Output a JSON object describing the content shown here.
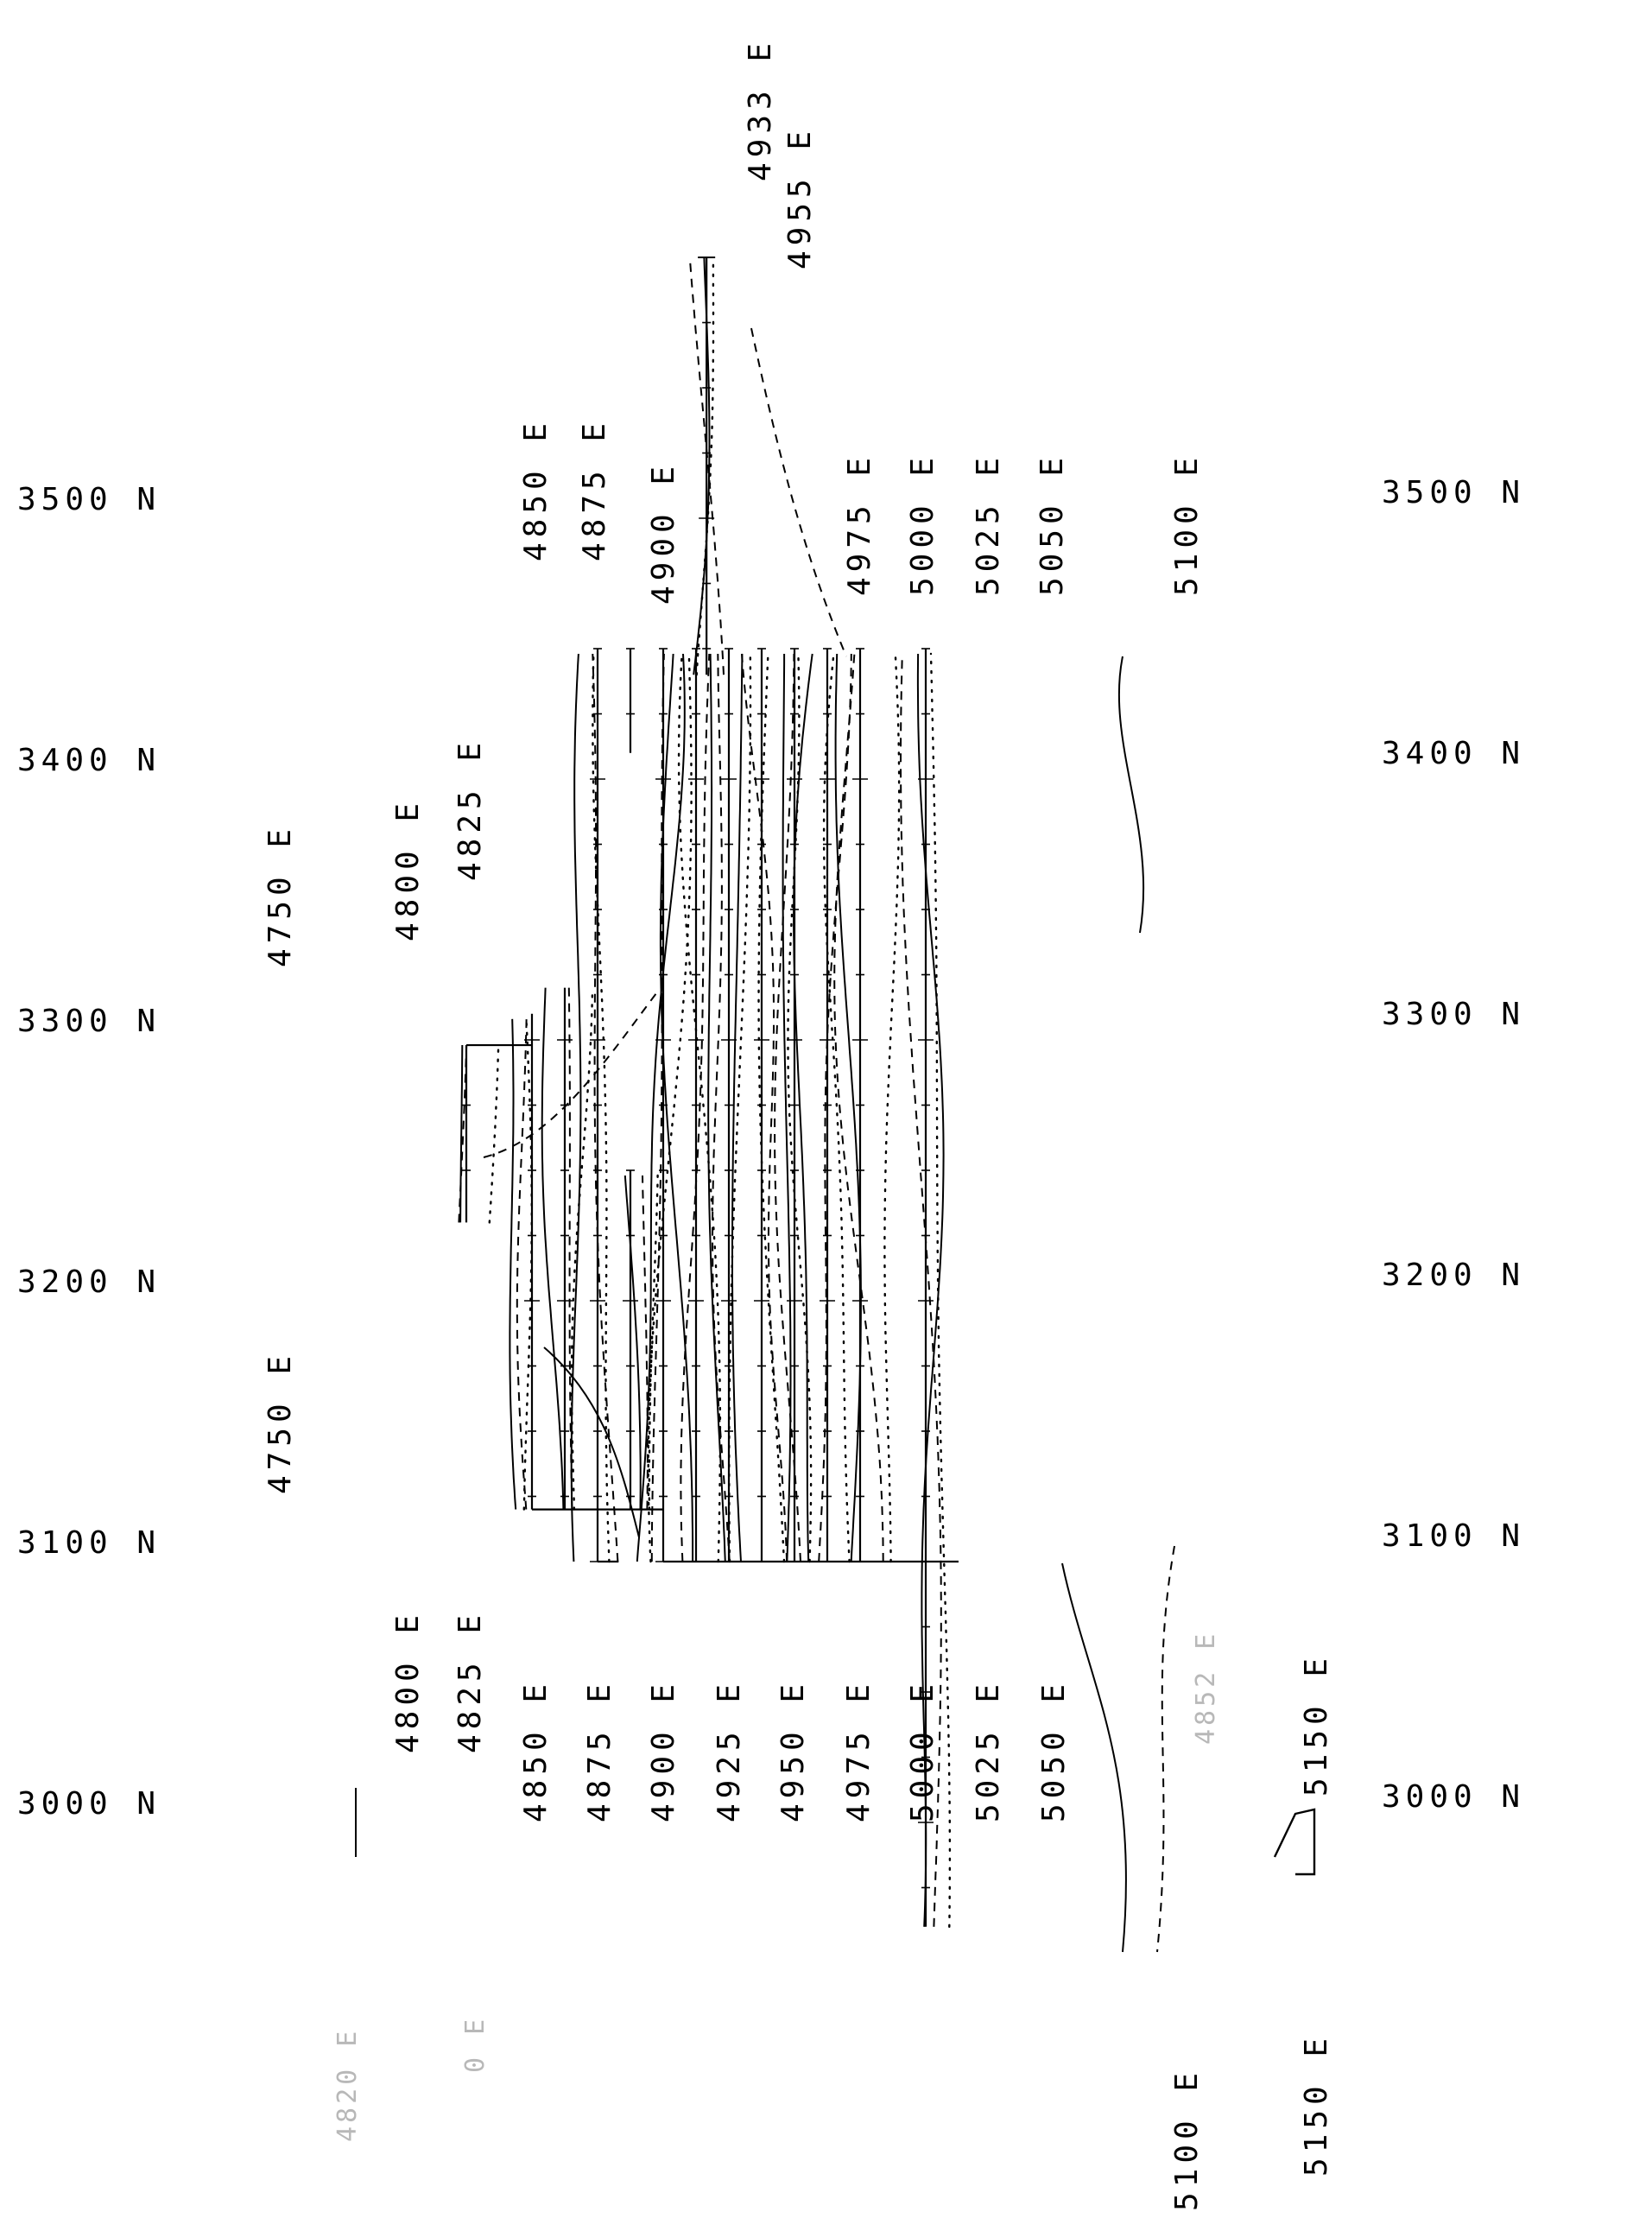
{
  "chart_data": {
    "type": "line",
    "title": "",
    "xlabel": "",
    "ylabel": "",
    "grid": false,
    "legend": "none",
    "north_labels": [
      "3000 N",
      "3100 N",
      "3200 N",
      "3300 N",
      "3400 N",
      "3500 N"
    ],
    "upper_line_labels": [
      "4933 E",
      "4955 E",
      "4850 E",
      "4875 E",
      "4900 E",
      "4975 E",
      "5000 E",
      "5025 E",
      "5050 E",
      "5100 E"
    ],
    "mid_line_labels": [
      "4825 E",
      "4800 E",
      "4750 E",
      "4750 E"
    ],
    "lower_line_labels": [
      "4800 E",
      "4825 E",
      "4850 E",
      "4875 E",
      "4900 E",
      "4925 E",
      "4950 E",
      "4975 E",
      "5000 E",
      "5025 E",
      "5050 E",
      "5150 E"
    ],
    "bottom_line_labels": [
      "5100 E",
      "5150 E"
    ],
    "faint_labels": [
      "4820 E",
      "0 E",
      "4852 E"
    ],
    "survey_lines": [
      {
        "easting": 4750,
        "north_start": 3230,
        "north_end": 3298
      },
      {
        "easting": 4800,
        "north_start": 3120,
        "north_end": 3310
      },
      {
        "easting": 4825,
        "north_start": 3120,
        "north_end": 3320
      },
      {
        "easting": 4850,
        "north_start": 3100,
        "north_end": 3450
      },
      {
        "easting": 4875,
        "north_start": 3120,
        "north_end": 3250
      },
      {
        "easting": 4875,
        "north_start": 3410,
        "north_end": 3450
      },
      {
        "easting": 4900,
        "north_start": 3100,
        "north_end": 3450
      },
      {
        "easting": 4925,
        "north_start": 3100,
        "north_end": 3450
      },
      {
        "easting": 4933,
        "north_start": 3440,
        "north_end": 3600
      },
      {
        "easting": 4950,
        "north_start": 3100,
        "north_end": 3450
      },
      {
        "easting": 4975,
        "north_start": 3100,
        "north_end": 3450
      },
      {
        "easting": 5000,
        "north_start": 3100,
        "north_end": 3450
      },
      {
        "easting": 5025,
        "north_start": 3100,
        "north_end": 3450
      },
      {
        "easting": 5050,
        "north_start": 3100,
        "north_end": 3450
      },
      {
        "easting": 5100,
        "north_start": 2960,
        "north_end": 3450
      }
    ]
  }
}
